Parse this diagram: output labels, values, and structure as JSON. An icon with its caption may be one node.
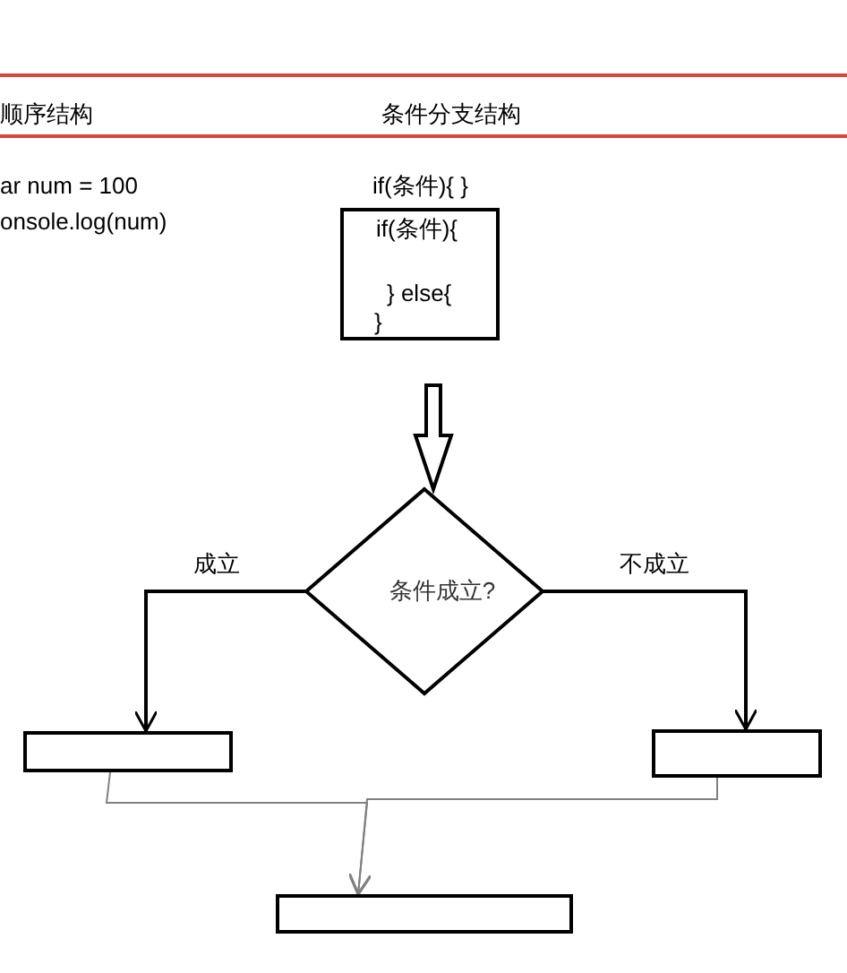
{
  "diagram": {
    "nodes": [
      {
        "text": [
          "if(条件){",
          "} else{",
          "}"
        ]
      },
      {
        "text": [
          "条件成立?"
        ]
      },
      {
        "text": [],
        "shape": "box"
      },
      {
        "text": [],
        "shape": "box"
      },
      {
        "text": [],
        "shape": "box"
      }
    ],
    "edges": [
      {
        "from": 0,
        "to": 1,
        "arrow": "to",
        "style": "thick"
      },
      {
        "from": 1,
        "to": 2,
        "arrow": "to",
        "label": "成立"
      },
      {
        "from": 1,
        "to": 3,
        "arrow": "to",
        "label": "不成立"
      },
      {
        "from": 2,
        "to": 4,
        "arrow": "to",
        "color": "#808080"
      },
      {
        "from": 3,
        "to": 4,
        "arrow": "to",
        "color": "#808080"
      }
    ],
    "labels": [
      "顺序结构",
      "条件分支结构",
      "ar num = 100",
      "onsole.log(num)",
      "if(条件){ }"
    ]
  }
}
